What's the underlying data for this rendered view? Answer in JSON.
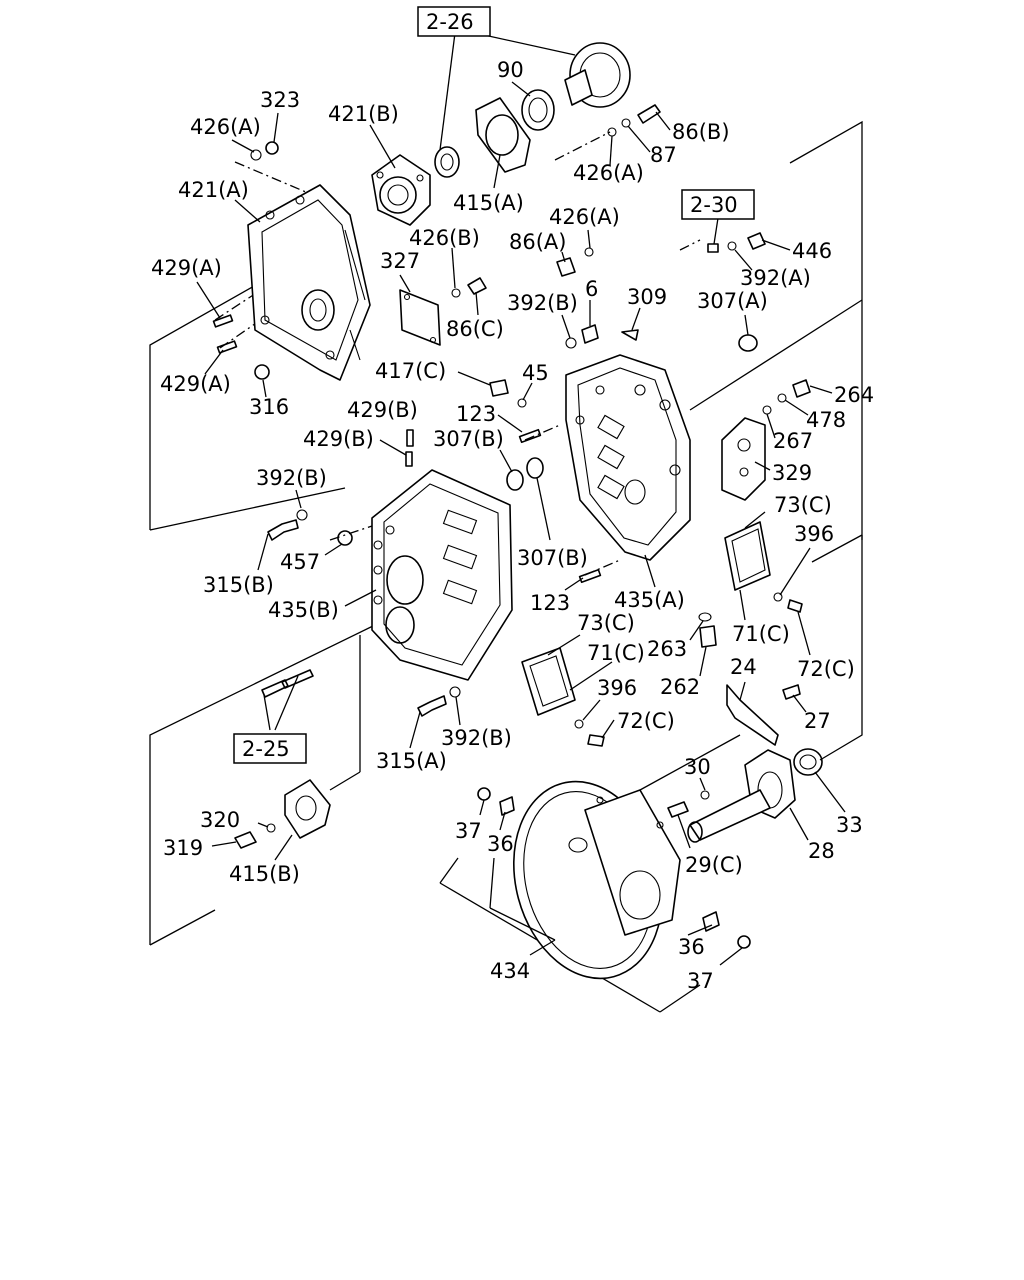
{
  "diagram": {
    "references": {
      "ref_2_26": "2-26",
      "ref_2_30": "2-30",
      "ref_2_25": "2-25"
    },
    "labels": {
      "l_323": "323",
      "l_426a_top": "426(A)",
      "l_421b": "421(B)",
      "l_90": "90",
      "l_86b": "86(B)",
      "l_87": "87",
      "l_426a_mid": "426(A)",
      "l_415a": "415(A)",
      "l_421a": "421(A)",
      "l_426a_right": "426(A)",
      "l_86a": "86(A)",
      "l_446": "446",
      "l_392a": "392(A)",
      "l_429a_1": "429(A)",
      "l_327": "327",
      "l_426b": "426(B)",
      "l_392b_top": "392(B)",
      "l_6": "6",
      "l_309": "309",
      "l_307a": "307(A)",
      "l_86c": "86(C)",
      "l_429a_2": "429(A)",
      "l_316": "316",
      "l_417c": "417(C)",
      "l_45": "45",
      "l_264": "264",
      "l_478": "478",
      "l_429b_1": "429(B)",
      "l_123_top": "123",
      "l_267": "267",
      "l_429b_2": "429(B)",
      "l_307b_top": "307(B)",
      "l_329": "329",
      "l_392b_left": "392(B)",
      "l_73c_right": "73(C)",
      "l_396_right": "396",
      "l_457": "457",
      "l_307b_bottom": "307(B)",
      "l_315b": "315(B)",
      "l_123_bottom": "123",
      "l_435a": "435(A)",
      "l_435b": "435(B)",
      "l_73c_mid": "73(C)",
      "l_71c_right": "71(C)",
      "l_71c_mid": "71(C)",
      "l_263": "263",
      "l_72c_right": "72(C)",
      "l_24": "24",
      "l_396_mid": "396",
      "l_262": "262",
      "l_27": "27",
      "l_72c_mid": "72(C)",
      "l_392b_bottom": "392(B)",
      "l_315a": "315(A)",
      "l_30": "30",
      "l_33": "33",
      "l_320": "320",
      "l_37_left": "37",
      "l_319": "319",
      "l_36_left": "36",
      "l_29c": "29(C)",
      "l_28": "28",
      "l_415b": "415(B)",
      "l_36_right": "36",
      "l_434": "434",
      "l_37_right": "37"
    }
  }
}
